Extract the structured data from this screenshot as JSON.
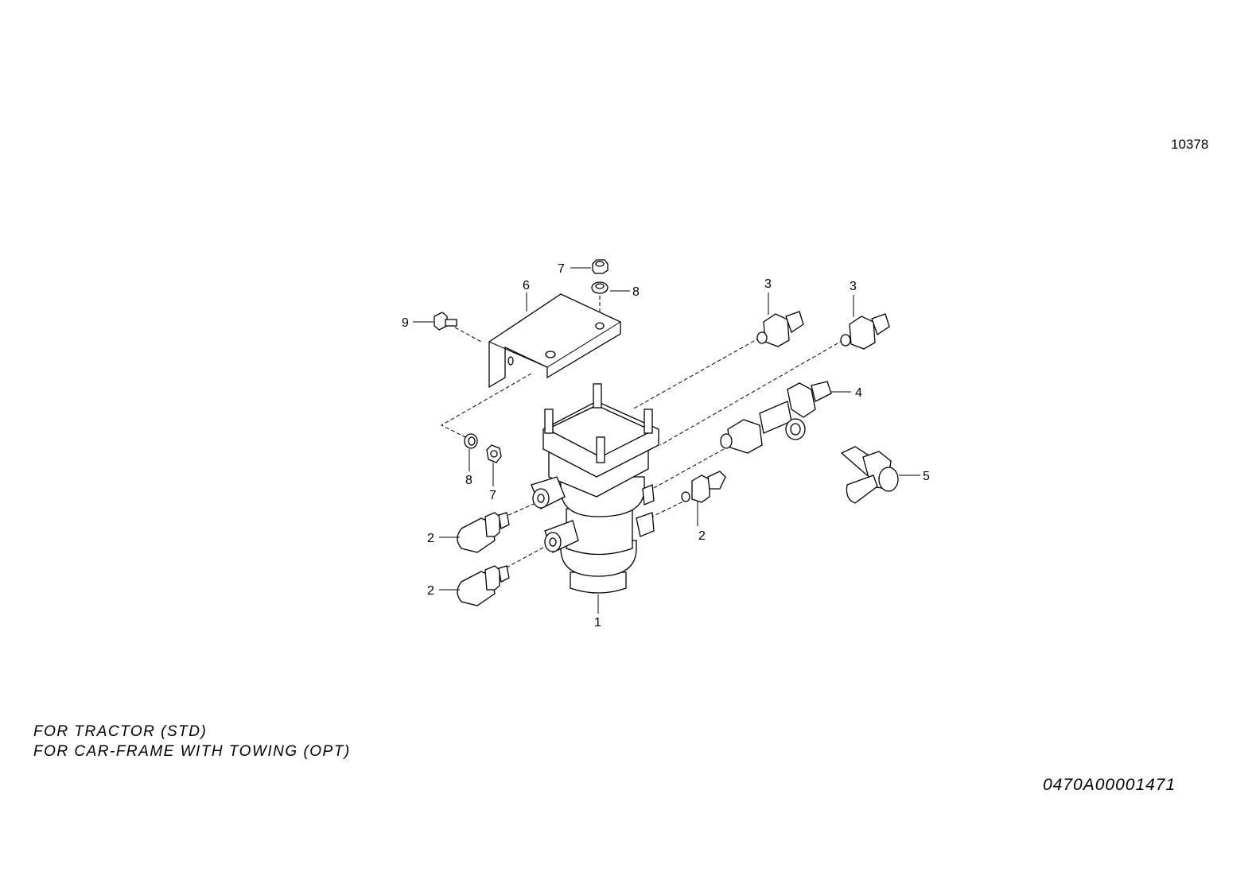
{
  "drawing_code": "10378",
  "figure_id": "0470A00001471",
  "notes": [
    "FOR TRACTOR (STD)",
    "FOR CAR-FRAME WITH TOWING (OPT)"
  ],
  "callouts": {
    "valve": "1",
    "connector_left_top": "2",
    "connector_left_bottom": "2",
    "connector_right": "2",
    "fitting_a": "3",
    "fitting_b": "3",
    "tee_fitting": "4",
    "elbow": "5",
    "bracket": "6",
    "nut_top": "7",
    "nut_bottom": "7",
    "washer_top": "8",
    "washer_bottom": "8",
    "bolt": "9"
  }
}
